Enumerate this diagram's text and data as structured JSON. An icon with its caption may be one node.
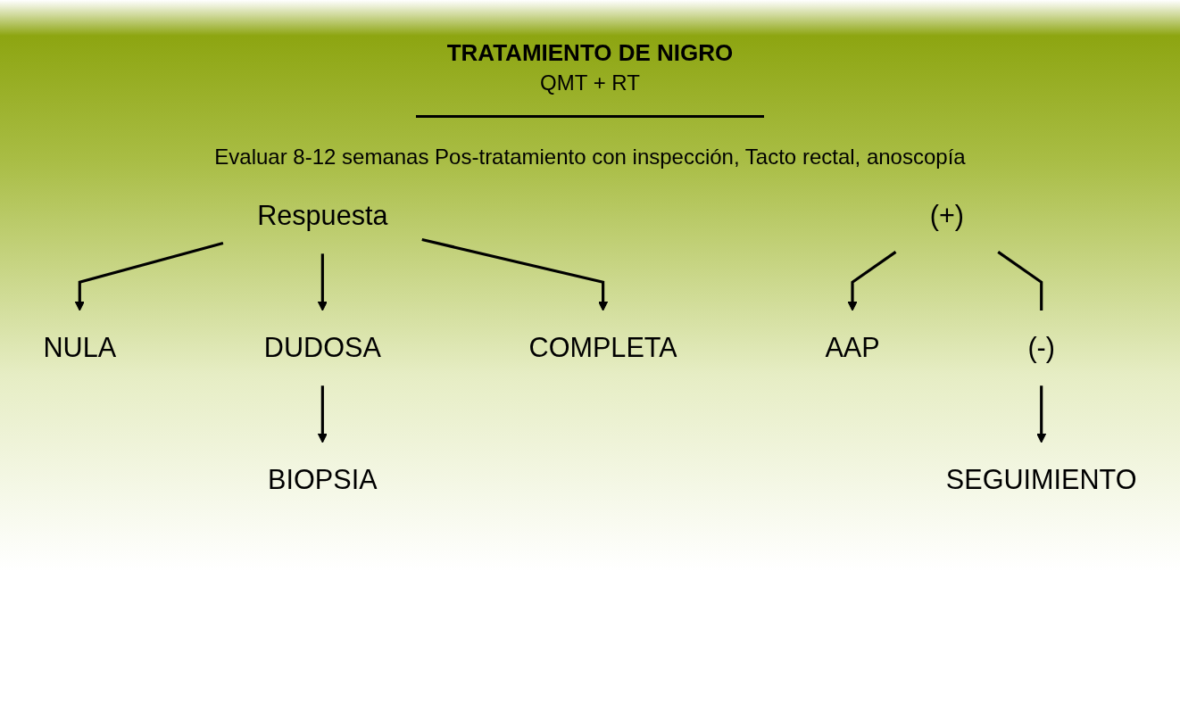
{
  "diagram": {
    "title": "TRATAMIENTO DE NIGRO",
    "nodes": [
      {
        "text": [
          "Respuesta"
        ]
      },
      {
        "text": [
          "NULA"
        ]
      },
      {
        "text": [
          "DUDOSA"
        ]
      },
      {
        "text": [
          "COMPLETA"
        ]
      },
      {
        "text": [
          "AAP"
        ]
      },
      {
        "text": [
          "SEGUIMIENTO"
        ]
      },
      {
        "text": [
          "BIOPSIA"
        ]
      },
      {
        "text": [
          "(+)"
        ]
      },
      {
        "text": [
          "(-)"
        ]
      }
    ],
    "edges": [
      {
        "from": 0,
        "to": 1,
        "arrow": "to"
      },
      {
        "from": 0,
        "to": 2,
        "arrow": "to"
      },
      {
        "from": 0,
        "to": 3,
        "arrow": "to"
      },
      {
        "from": 2,
        "to": 6,
        "arrow": "to"
      },
      {
        "from": 7,
        "to": 4,
        "arrow": "to"
      },
      {
        "from": 7,
        "to": 8,
        "arrow": "none"
      },
      {
        "from": 8,
        "to": 5,
        "arrow": "to"
      }
    ],
    "labels": [
      "QMT + RT",
      "Evaluar 8-12 semanas Pos-tratamiento con inspección, Tacto rectal, anoscopía"
    ]
  }
}
